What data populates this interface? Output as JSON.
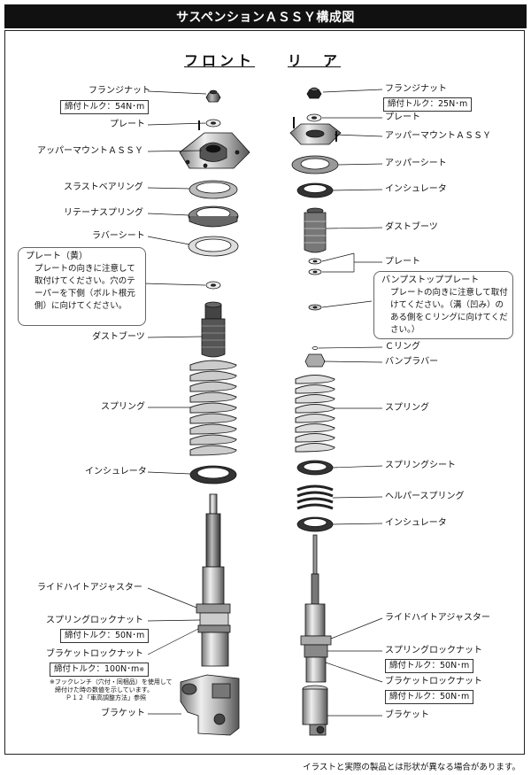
{
  "title": "サスペンションＡＳＳＹ構成図",
  "front": {
    "heading": "フロント",
    "labels": {
      "flange_nut": "フランジナット",
      "plate": "プレート",
      "upper_mount": "アッパーマウントＡＳＳＹ",
      "thrust_bearing": "スラストベアリング",
      "retainer_spring": "リテーナスプリング",
      "rubber_sheet": "ラバーシート",
      "dust_boots": "ダストブーツ",
      "spring": "スプリング",
      "insulator": "インシュレータ",
      "ride_height_adjuster": "ライドハイトアジャスター",
      "spring_lock_nut": "スプリングロックナット",
      "bracket_lock_nut": "ブラケットロックナット",
      "bracket": "ブラケット"
    },
    "torques": {
      "flange_nut": "締付トルク：54N･m",
      "spring_lock_nut": "締付トルク：50N･m",
      "bracket_lock_nut": "締付トルク：100N･m",
      "bracket_lock_nut_mark": "※"
    },
    "plate_note": {
      "title": "プレート（黄）",
      "body": "プレートの向きに注意して取付けてください。穴のテーパーを下側（ボルト根元側）に向けてください。"
    },
    "wrench_note": {
      "line1": "※フックレンチ（穴付・同梱品）を使用して",
      "line2": "締付けた時の数値を示しています。",
      "line3": "Ｐ１２「車高調整方法」参照"
    }
  },
  "rear": {
    "heading": "リ　ア",
    "labels": {
      "flange_nut": "フランジナット",
      "plate_top": "プレート",
      "upper_mount": "アッパーマウントＡＳＳＹ",
      "upper_seat": "アッパーシート",
      "insulator_top": "インシュレータ",
      "dust_boots": "ダストブーツ",
      "plate_mid": "プレート",
      "c_ring": "Ｃリング",
      "bump_rubber": "バンプラバー",
      "spring": "スプリング",
      "spring_seat": "スプリングシート",
      "helper_spring": "ヘルパースプリング",
      "insulator_bottom": "インシュレータ",
      "ride_height_adjuster": "ライドハイトアジャスター",
      "spring_lock_nut": "スプリングロックナット",
      "bracket_lock_nut": "ブラケットロックナット",
      "bracket": "ブラケット"
    },
    "torques": {
      "flange_nut": "締付トルク：25N･m",
      "spring_lock_nut": "締付トルク：50N･m",
      "bracket_lock_nut": "締付トルク：50N･m"
    },
    "bump_stop_note": {
      "title": "バンプストッププレート",
      "body": "プレートの向きに注意して取付けてください。（溝（凹み）のある側をＣリングに向けてください。）"
    }
  },
  "footer": "イラストと実際の製品とは形状が異なる場合があります。"
}
